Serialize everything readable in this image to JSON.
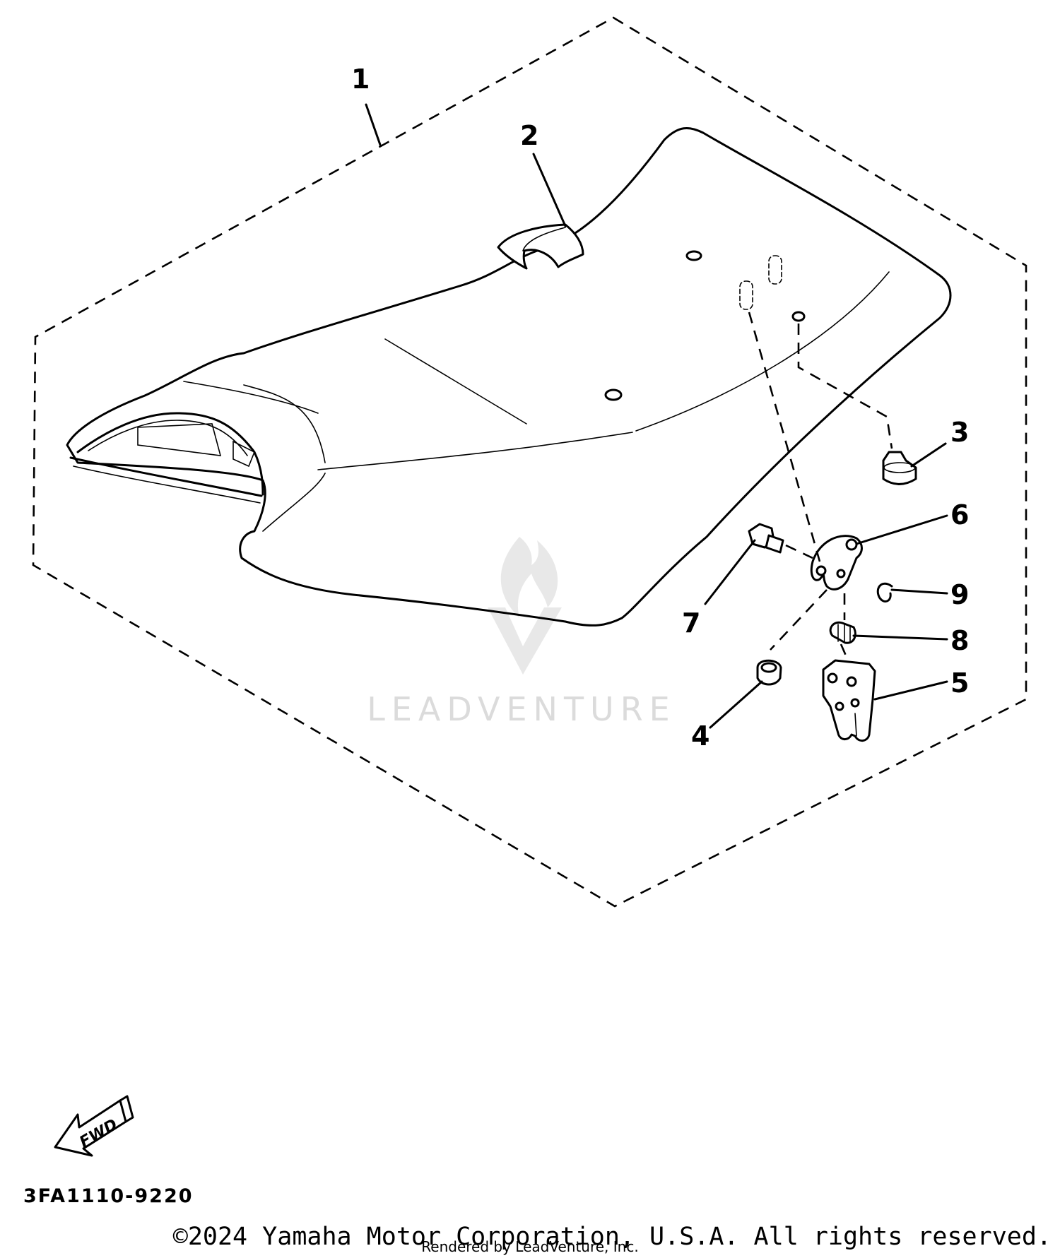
{
  "callouts": [
    "1",
    "2",
    "3",
    "4",
    "5",
    "6",
    "7",
    "8",
    "9"
  ],
  "part_code": "3FA1110-9220",
  "fwd_label": "FWD",
  "copyright": "©2024 Yamaha Motor Corporation, U.S.A. All rights reserved.",
  "rendered_by": "Rendered by LeadVenture, Inc.",
  "watermark": "LEADVENTURE"
}
